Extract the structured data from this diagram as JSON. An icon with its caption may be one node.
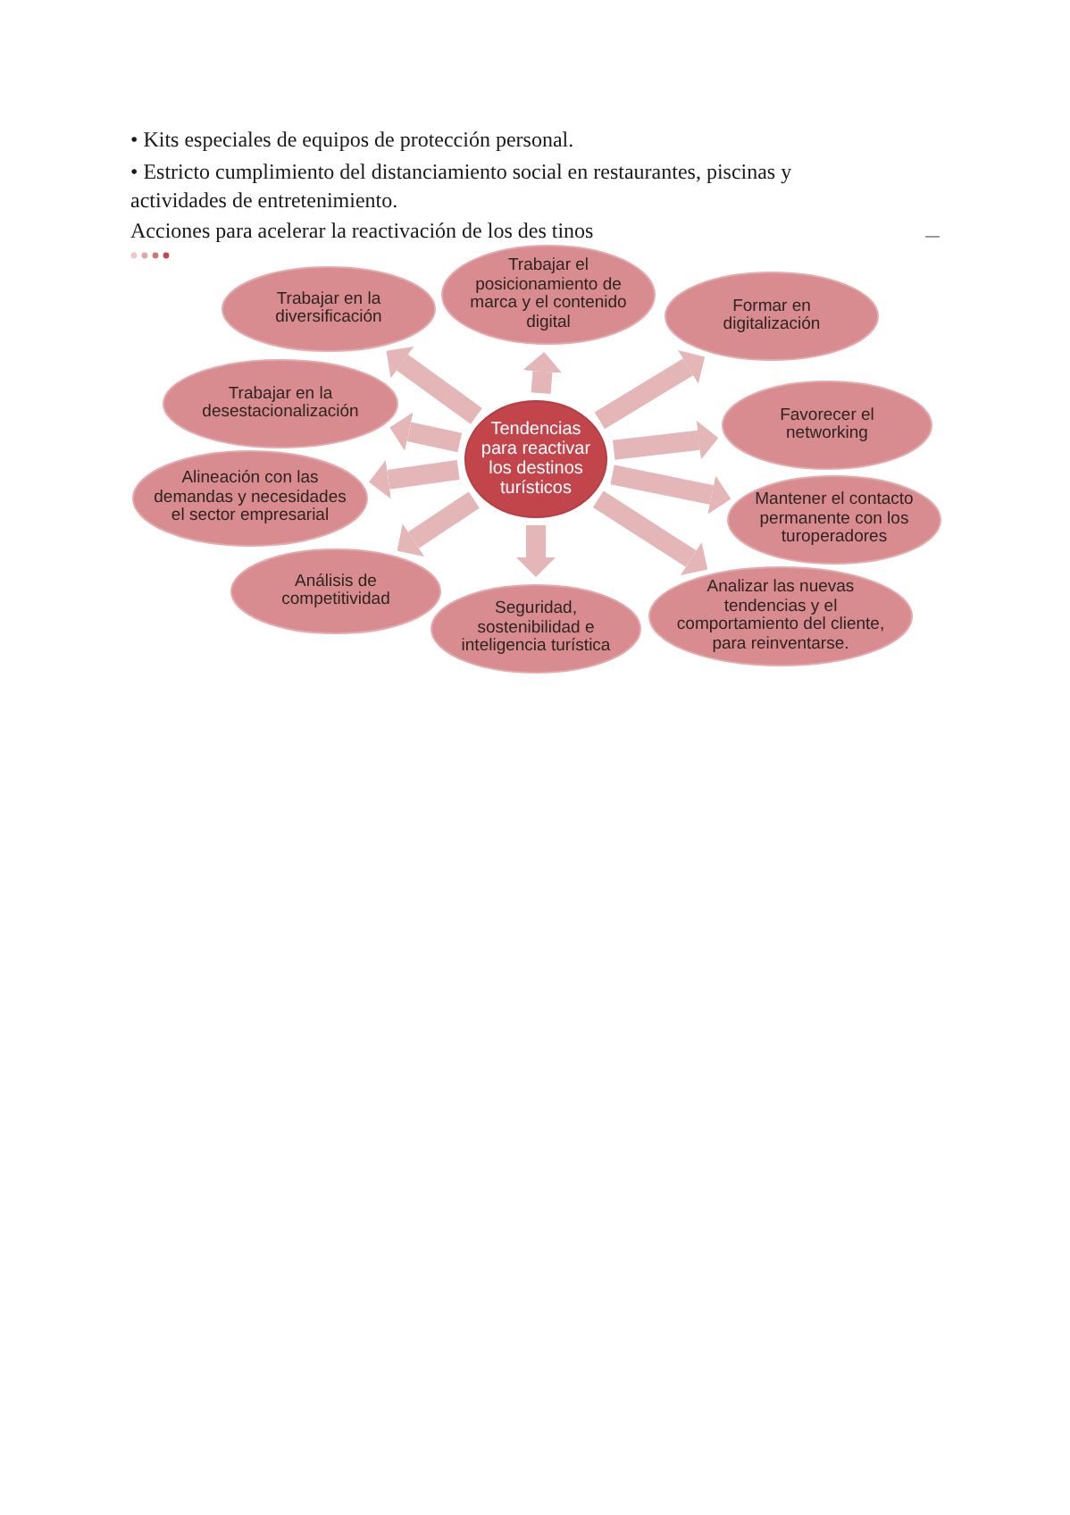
{
  "diagram": {
    "nodes": [
      {
        "text": [
          "Tendencias para reactivar los destinos turísticos"
        ]
      },
      {
        "text": [
          "Trabajar el posicionamiento de marca y el contenido digital"
        ]
      },
      {
        "text": [
          "Trabajar en la diversificación"
        ]
      },
      {
        "text": [
          "Formar en digitalización"
        ]
      },
      {
        "text": [
          "Trabajar en la desestacionalización"
        ]
      },
      {
        "text": [
          "Favorecer el networking"
        ]
      },
      {
        "text": [
          "Alineación con las demandas y necesidades el sector empresarial"
        ]
      },
      {
        "text": [
          "Mantener el contacto permanente con los turoperadores"
        ]
      },
      {
        "text": [
          "Análisis de competitividad"
        ]
      },
      {
        "text": [
          "Analizar las nuevas tendencias y el comportamiento del cliente, para reinventarse."
        ]
      },
      {
        "text": [
          "Seguridad, sostenibilidad e inteligencia turística"
        ]
      }
    ],
    "edges": [
      {
        "from": 0,
        "to": 1,
        "arrow": "to"
      },
      {
        "from": 0,
        "to": 2,
        "arrow": "to"
      },
      {
        "from": 0,
        "to": 3,
        "arrow": "to"
      },
      {
        "from": 0,
        "to": 4,
        "arrow": "to"
      },
      {
        "from": 0,
        "to": 5,
        "arrow": "to"
      },
      {
        "from": 0,
        "to": 6,
        "arrow": "to"
      },
      {
        "from": 0,
        "to": 7,
        "arrow": "to"
      },
      {
        "from": 0,
        "to": 8,
        "arrow": "to"
      },
      {
        "from": 0,
        "to": 9,
        "arrow": "to"
      },
      {
        "from": 0,
        "to": 10,
        "arrow": "to"
      }
    ],
    "labels": [
      "• Kits especiales de equipos de protección personal.",
      "• Estricto cumplimiento del distanciamiento social en restaurantes, piscinas y actividades de entretenimiento.",
      "Acciones para acelerar la reactivación de los des tinos"
    ]
  }
}
